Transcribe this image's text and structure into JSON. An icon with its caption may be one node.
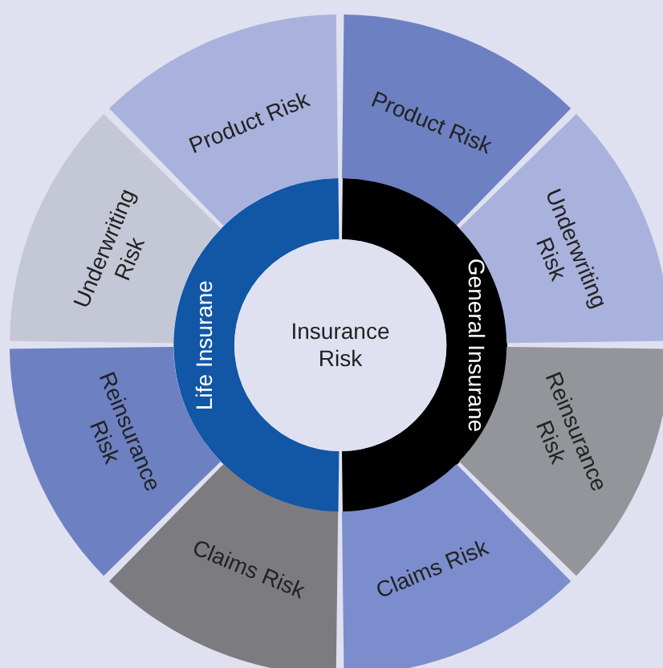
{
  "diagram": {
    "nodes": [
      {
        "text": [
          "Product Risk"
        ]
      },
      {
        "text": [
          "Product Risk"
        ]
      },
      {
        "text": [
          "Underwriting Risk"
        ]
      },
      {
        "text": [
          "Life Insurane"
        ]
      },
      {
        "text": [
          "General Insurane"
        ]
      },
      {
        "text": [
          "Underwriting Risk"
        ]
      },
      {
        "text": [
          "Insurance Risk"
        ]
      },
      {
        "text": [
          "Reinsurance Risk"
        ]
      },
      {
        "text": [
          "Reinsurance Risk"
        ]
      },
      {
        "text": [
          "Claims Risk"
        ]
      },
      {
        "text": [
          "Claims Risk"
        ]
      }
    ]
  }
}
